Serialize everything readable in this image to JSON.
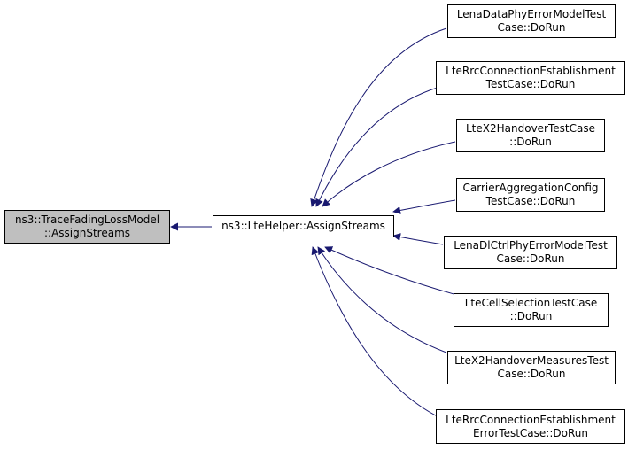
{
  "colors": {
    "edge": "#191970",
    "focus_fill": "#bfbfbf",
    "node_border": "#000000",
    "node_fill": "#ffffff"
  },
  "nodes": {
    "root": {
      "lines": [
        "ns3::TraceFadingLossModel",
        "::AssignStreams"
      ]
    },
    "hub": {
      "lines": [
        "ns3::LteHelper::AssignStreams"
      ]
    },
    "callers": [
      {
        "lines": [
          "LenaDataPhyErrorModelTest",
          "Case::DoRun"
        ]
      },
      {
        "lines": [
          "LteRrcConnectionEstablishment",
          "TestCase::DoRun"
        ]
      },
      {
        "lines": [
          "LteX2HandoverTestCase",
          "::DoRun"
        ]
      },
      {
        "lines": [
          "CarrierAggregationConfig",
          "TestCase::DoRun"
        ]
      },
      {
        "lines": [
          "LenaDlCtrlPhyErrorModelTest",
          "Case::DoRun"
        ]
      },
      {
        "lines": [
          "LteCellSelectionTestCase",
          "::DoRun"
        ]
      },
      {
        "lines": [
          "LteX2HandoverMeasuresTest",
          "Case::DoRun"
        ]
      },
      {
        "lines": [
          "LteRrcConnectionEstablishment",
          "ErrorTestCase::DoRun"
        ]
      }
    ]
  }
}
